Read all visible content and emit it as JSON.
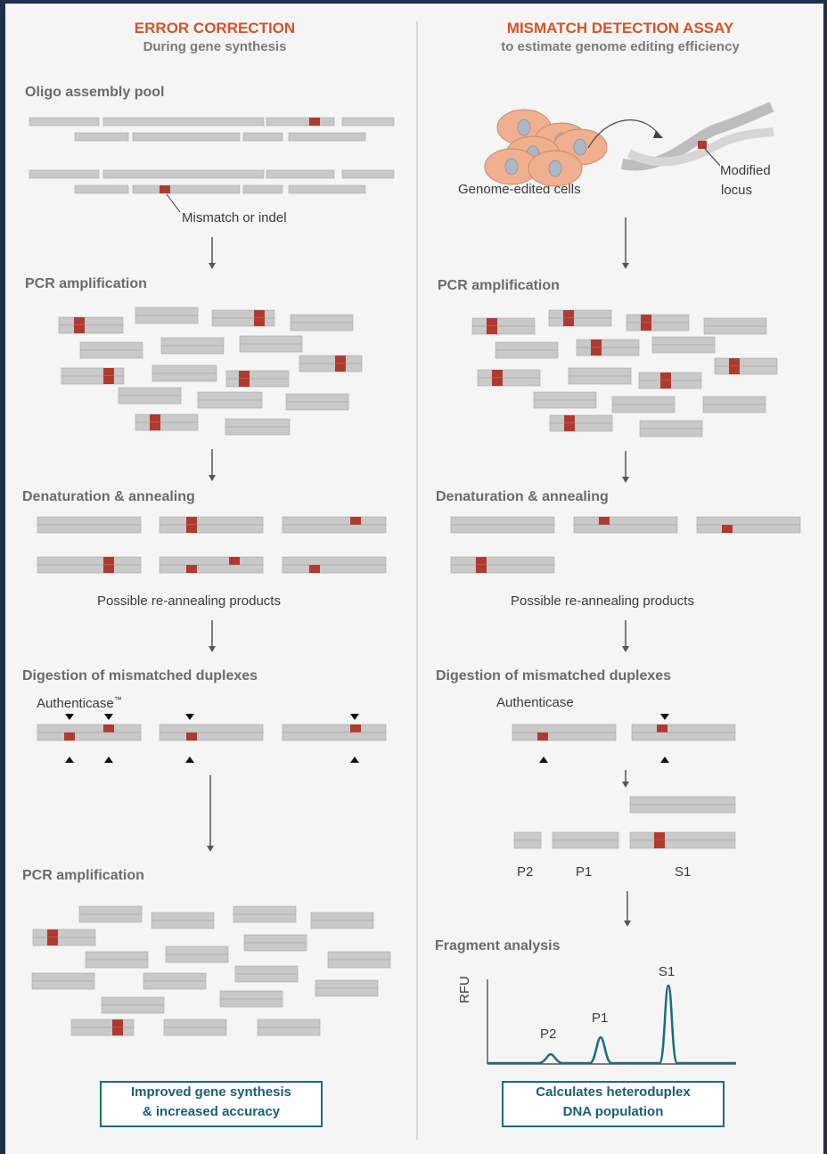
{
  "colors": {
    "background": "#1f2f4d",
    "panel": "#f5f5f5",
    "header": "#d2552a",
    "strand": "#c9c9c9",
    "mismatch": "#b03a2e",
    "accent": "#1b6b80"
  },
  "left": {
    "title": "ERROR CORRECTION",
    "subtitle": "During gene synthesis",
    "oligo_pool": "Oligo assembly pool",
    "mismatch_label": "Mismatch or indel",
    "pcr1": "PCR amplification",
    "denaturation": "Denaturation & annealing",
    "reannealing": "Possible re-annealing products",
    "digestion": "Digestion of mismatched duplexes",
    "enzyme": "Authenticase",
    "trademark": "™",
    "pcr2": "PCR amplification",
    "result_line1": "Improved gene synthesis",
    "result_line2": "& increased accuracy"
  },
  "right": {
    "title": "MISMATCH DETECTION ASSAY",
    "subtitle": "to estimate genome editing efficiency",
    "cells_label": "Genome-edited cells",
    "locus_line1": "Modified",
    "locus_line2": "locus",
    "pcr": "PCR amplification",
    "denaturation": "Denaturation & annealing",
    "reannealing": "Possible re-annealing products",
    "digestion": "Digestion of mismatched duplexes",
    "enzyme": "Authenticase",
    "frag_p2": "P2",
    "frag_p1": "P1",
    "frag_s1": "S1",
    "fragment_analysis": "Fragment analysis",
    "rfu": "RFU",
    "peak_p2": "P2",
    "peak_p1": "P1",
    "peak_s1": "S1",
    "result_line1": "Calculates heteroduplex",
    "result_line2": "DNA population"
  }
}
